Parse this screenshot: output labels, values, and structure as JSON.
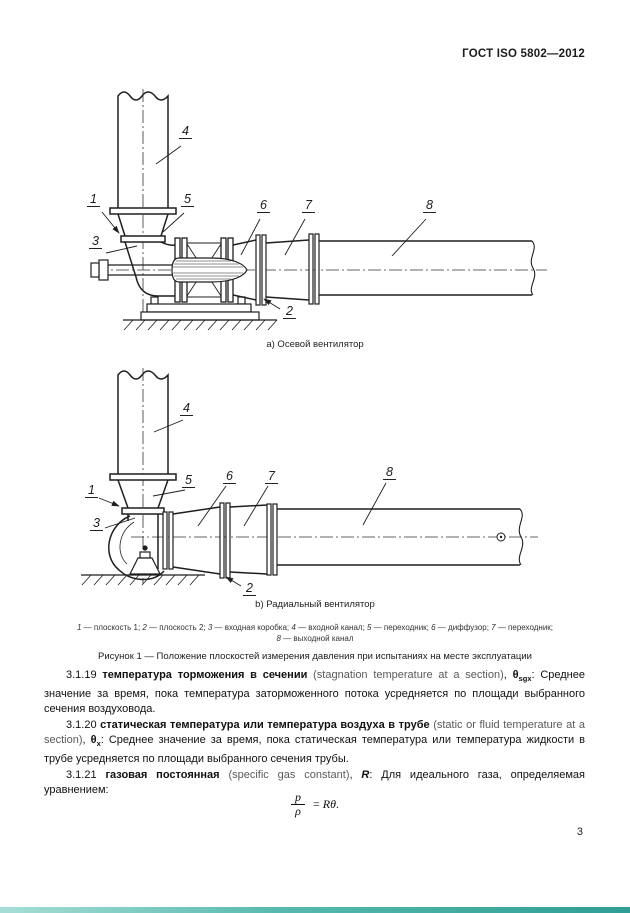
{
  "colors": {
    "ink": "#1f1f1f",
    "body_text": "#111111",
    "latin_term_text": "#5a5a5a",
    "footer_bar_left": "#a6ded6",
    "footer_bar_right": "#2f9e94"
  },
  "header": {
    "doc_code": "ГОСТ ISO 5802—2012"
  },
  "figure": {
    "callouts": [
      "1",
      "2",
      "3",
      "4",
      "5",
      "6",
      "7",
      "8"
    ],
    "caption_a": "а) Осевой вентилятор",
    "caption_b": "b) Радиальный вентилятор",
    "legend_line1": [
      {
        "t": "1",
        "c": "i"
      },
      {
        "t": " — плоскость 1; "
      },
      {
        "t": "2",
        "c": "i"
      },
      {
        "t": " — плоскость 2; "
      },
      {
        "t": "3",
        "c": "i"
      },
      {
        "t": " — входная коробка; "
      },
      {
        "t": "4",
        "c": "i"
      },
      {
        "t": " — входной канал; "
      },
      {
        "t": "5",
        "c": "i"
      },
      {
        "t": " — переходник; "
      },
      {
        "t": "6",
        "c": "i"
      },
      {
        "t": " — диффузор; "
      },
      {
        "t": "7",
        "c": "i"
      },
      {
        "t": " — переходник;"
      }
    ],
    "legend_line2": [
      {
        "t": "8",
        "c": "i"
      },
      {
        "t": " — выходной канал"
      }
    ],
    "title": "Рисунок 1 — Положение плоскостей измерения давления при испытаниях на месте эксплуатации"
  },
  "content": {
    "p1": [
      {
        "t": "3.1.19 "
      },
      {
        "t": "температура торможения в сечении",
        "c": "b"
      },
      {
        "t": " "
      },
      {
        "t": "(stagnation temperature at a section)",
        "c": "g"
      },
      {
        "t": ", "
      },
      {
        "t": "θ",
        "c": "b"
      },
      {
        "t": "sgx",
        "c": "b",
        "sub": true
      },
      {
        "t": ": Среднее значение за время, пока температура заторможенного потока усредняется по площади выбранного сечения воздуховода."
      }
    ],
    "p2": [
      {
        "t": "3.1.20 "
      },
      {
        "t": "статическая температура или температура воздуха в трубе",
        "c": "b"
      },
      {
        "t": " "
      },
      {
        "t": "(static or fluid temperature at a section)",
        "c": "g"
      },
      {
        "t": ", "
      },
      {
        "t": "θ",
        "c": "b"
      },
      {
        "t": "x",
        "c": "b",
        "sub": true
      },
      {
        "t": ": Среднее значение за время, пока статическая температура или температура жидкости в трубе усредняется по площади выбранного сечения трубы."
      }
    ],
    "p3": [
      {
        "t": "3.1.21 "
      },
      {
        "t": "газовая постоянная",
        "c": "b"
      },
      {
        "t": " "
      },
      {
        "t": "(specific gas constant)",
        "c": "g"
      },
      {
        "t": ", "
      },
      {
        "t": "R",
        "c": "bi"
      },
      {
        "t": ": Для идеального газа, определяемая уравнением:"
      }
    ],
    "equation": {
      "numerator": "p",
      "denominator": "ρ",
      "rhs": [
        {
          "t": "= "
        },
        {
          "t": "Rθ",
          "c": "i"
        },
        {
          "t": "."
        }
      ]
    }
  },
  "footer": {
    "page_number": "3"
  }
}
